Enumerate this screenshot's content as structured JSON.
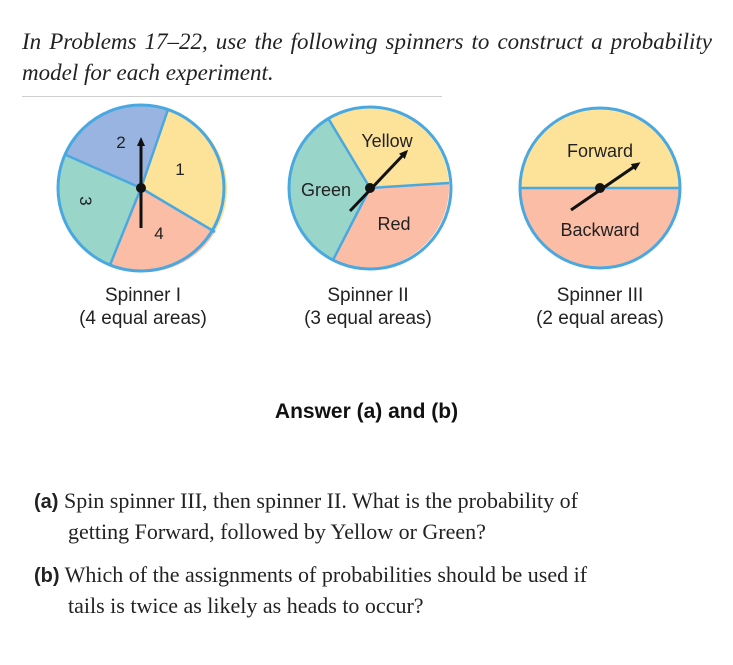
{
  "intro_text": "In Problems 17–22, use the following spinners to construct a probability model for each experiment.",
  "spinners": [
    {
      "labels": [
        "1",
        "2",
        "3",
        "4"
      ],
      "caption_line1": "Spinner I",
      "caption_line2": "(4 equal areas)"
    },
    {
      "labels": [
        "Yellow",
        "Green",
        "Red"
      ],
      "caption_line1": "Spinner II",
      "caption_line2": "(3 equal areas)"
    },
    {
      "labels": [
        "Forward",
        "Backward"
      ],
      "caption_line1": "Spinner III",
      "caption_line2": "(2 equal areas)"
    }
  ],
  "colors": {
    "yellow": "#fde399",
    "blue": "#99b4e0",
    "teal": "#99d6c9",
    "salmon": "#fbbda6",
    "outline": "#4aa8e0"
  },
  "answer_heading": "Answer (a) and (b)",
  "questions": [
    {
      "label": "(a)",
      "line1": "Spin spinner III, then spinner II. What is the probability of",
      "line2": "getting Forward, followed by Yellow or Green?"
    },
    {
      "label": "(b)",
      "line1": "Which of the assignments of probabilities should be used if",
      "line2": "tails is twice as likely as heads to occur?"
    }
  ]
}
